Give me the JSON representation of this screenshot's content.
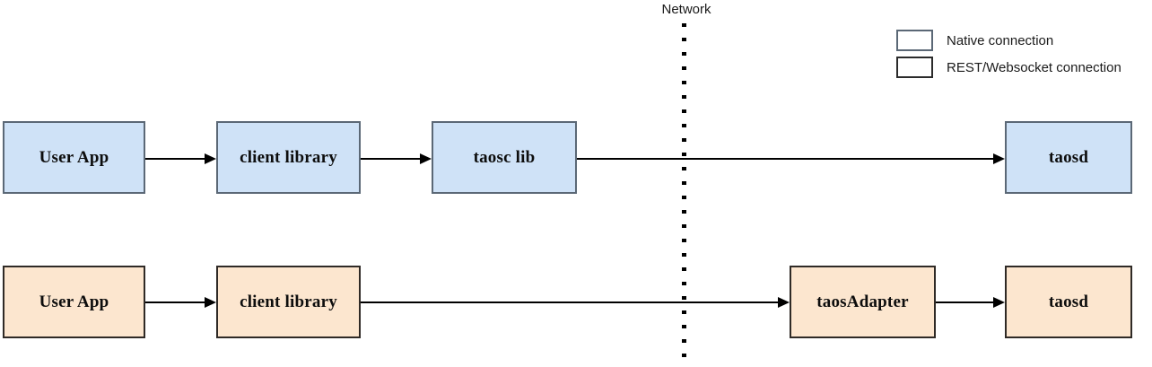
{
  "diagram": {
    "network_label": "Network",
    "legend": [
      {
        "swatch": "native-swatch",
        "label": "Native connection",
        "color": "#cfe2f7"
      },
      {
        "swatch": "rest-swatch",
        "label": "REST/Websocket connection",
        "color": "#fce6cf"
      }
    ],
    "rows": [
      {
        "name": "native-connection-row",
        "nodes": [
          {
            "label": "User App"
          },
          {
            "label": "client library"
          },
          {
            "label": "taosc lib"
          },
          {
            "label": "taosd"
          }
        ]
      },
      {
        "name": "rest-websocket-connection-row",
        "nodes": [
          {
            "label": "User App"
          },
          {
            "label": "client library"
          },
          {
            "label": "taosAdapter"
          },
          {
            "label": "taosd"
          }
        ]
      }
    ]
  }
}
